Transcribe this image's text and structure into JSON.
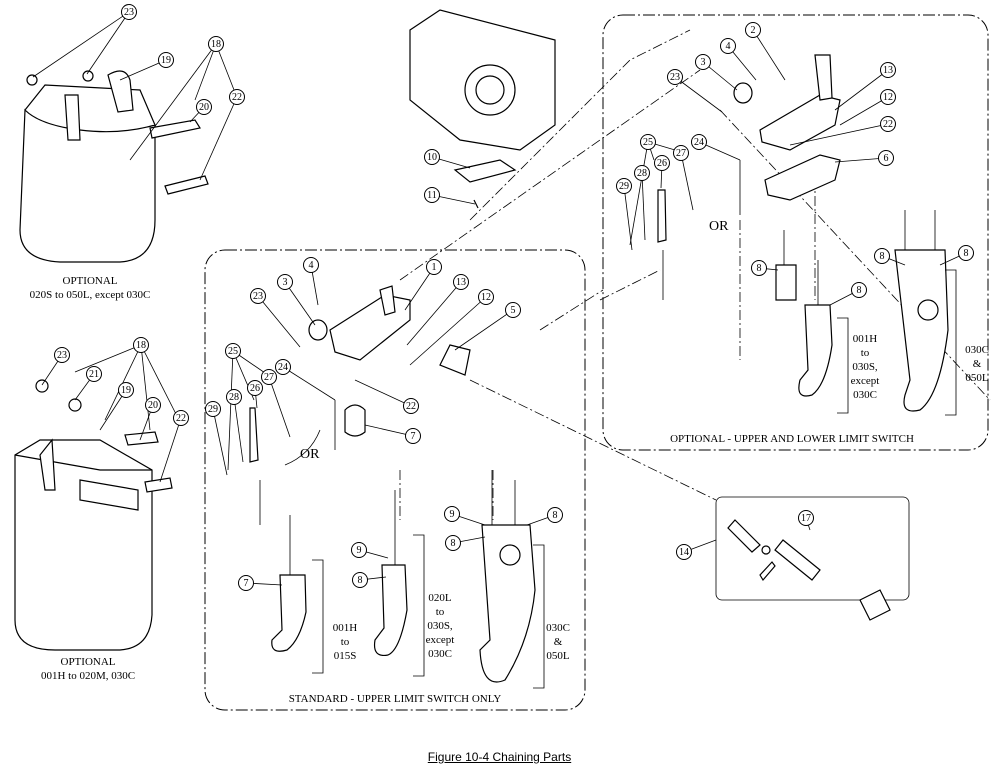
{
  "figure_caption": "Figure 10-4  Chaining Parts",
  "panels": {
    "bag_large": {
      "caption_line1": "OPTIONAL",
      "caption_line2": "020S to 050L, except 030C",
      "callouts": [
        "23",
        "18",
        "19",
        "20",
        "22"
      ]
    },
    "bag_small": {
      "caption_line1": "OPTIONAL",
      "caption_line2": "001H to 020M, 030C",
      "callouts": [
        "23",
        "18",
        "21",
        "19",
        "20",
        "22"
      ]
    },
    "gear_case": {
      "callouts": [
        "10",
        "11"
      ]
    },
    "standard": {
      "caption": "STANDARD - UPPER LIMIT SWITCH ONLY",
      "or_label": "OR",
      "callouts": [
        "1",
        "3",
        "4",
        "23",
        "13",
        "12",
        "5",
        "25",
        "26",
        "27",
        "28",
        "29",
        "24",
        "22",
        "7",
        "9",
        "8",
        "8",
        "7",
        "9",
        "8"
      ],
      "ranges": [
        {
          "lines": [
            "001H",
            "to",
            "015S"
          ]
        },
        {
          "lines": [
            "020L",
            "to",
            "030S,",
            "except",
            "030C"
          ]
        },
        {
          "lines": [
            "030C",
            "&",
            "050L"
          ]
        }
      ]
    },
    "upper_lower": {
      "caption": "OPTIONAL - UPPER AND LOWER LIMIT SWITCH",
      "or_label": "OR",
      "callouts": [
        "2",
        "4",
        "3",
        "23",
        "13",
        "12",
        "22",
        "6",
        "25",
        "26",
        "27",
        "28",
        "29",
        "24",
        "8",
        "8",
        "8",
        "8"
      ],
      "ranges": [
        {
          "lines": [
            "001H",
            "to",
            "030S,",
            "except",
            "030C"
          ]
        },
        {
          "lines": [
            "030C",
            "&",
            "050L"
          ]
        }
      ]
    },
    "pin_kit": {
      "callouts": [
        "14",
        "17"
      ]
    }
  }
}
